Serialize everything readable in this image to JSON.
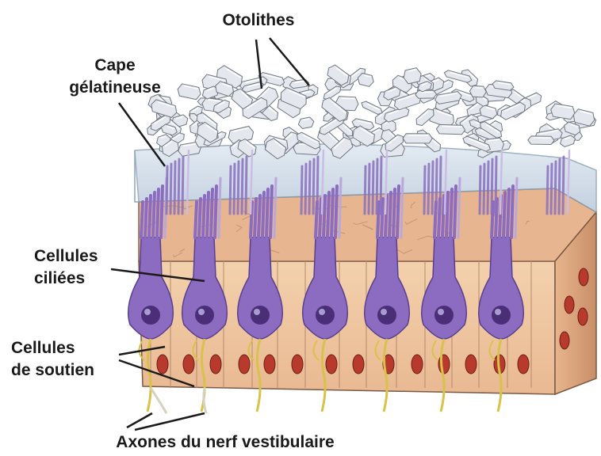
{
  "labels": {
    "otolithes": "Otolithes",
    "cape_line1": "Cape",
    "cape_line2": "gélatineuse",
    "cellules_ciliees_line1": "Cellules",
    "cellules_ciliees_line2": "ciliées",
    "cellules_soutien_line1": "Cellules",
    "cellules_soutien_line2": "de soutien",
    "axones": "Axones du nerf vestibulaire"
  },
  "colors": {
    "hair_cell": "#8b6cc0",
    "hair_cell_dark": "#5a3f8f",
    "nucleus": "#4a2f78",
    "support_tissue": "#f0c9a0",
    "support_nucleus": "#b83a2c",
    "gel_layer": "#c9d8e6",
    "otolith": "#e4e8ee",
    "nerve": "#d8c24a",
    "text": "#1a1a1a"
  }
}
